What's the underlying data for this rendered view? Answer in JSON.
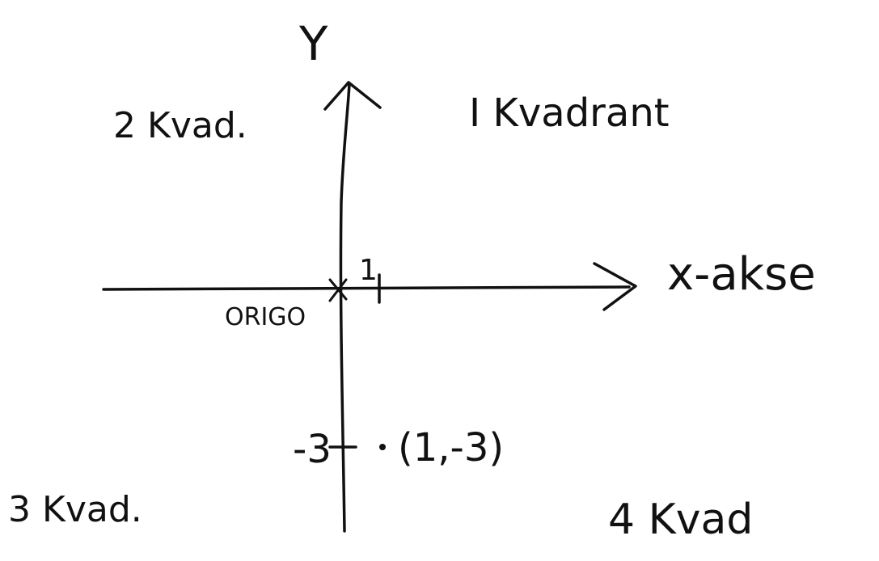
{
  "labels": {
    "y_axis": "Y",
    "x_axis": "x-akse",
    "quadrant_1": "I Kvadrant",
    "quadrant_2": "2 Kvad.",
    "quadrant_3": "3 Kvad.",
    "quadrant_4": "4 Kvad",
    "origin": "ORIGO",
    "x_tick": "1",
    "y_tick": "-3",
    "point": "(1,-3)"
  },
  "colors": {
    "ink": "#111111",
    "background": "#ffffff"
  }
}
